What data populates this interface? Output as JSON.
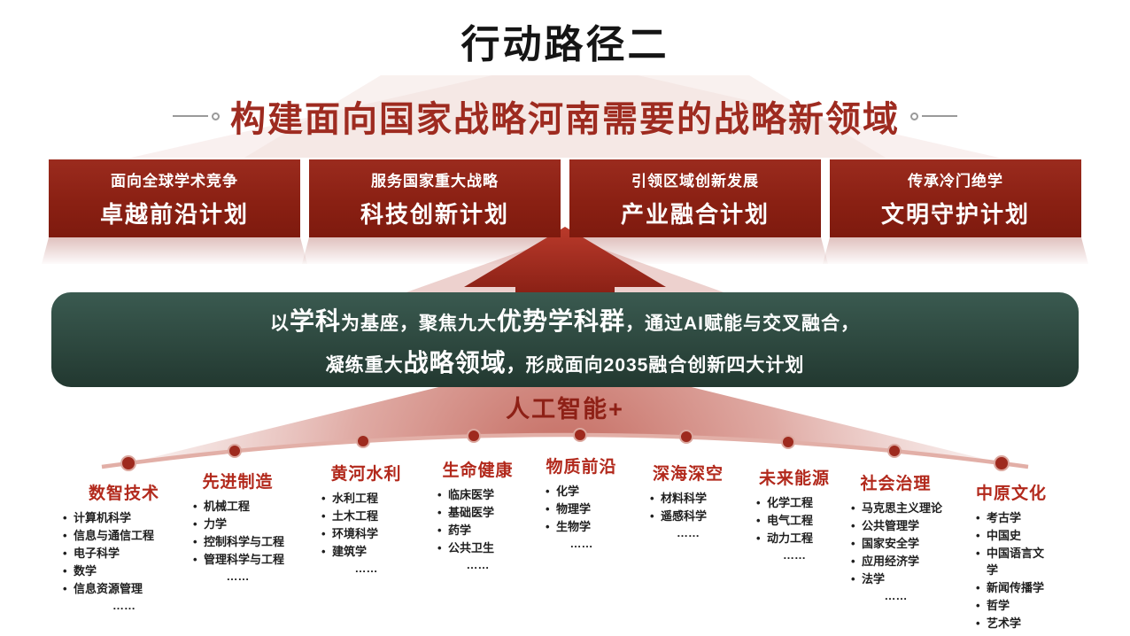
{
  "slide": {
    "title": "行动路径二",
    "subtitle": "构建面向国家战略河南需要的战略新领域"
  },
  "plans": [
    {
      "tagline": "面向全球学术竞争",
      "name": "卓越前沿计划"
    },
    {
      "tagline": "服务国家重大战略",
      "name": "科技创新计划"
    },
    {
      "tagline": "引领区域创新发展",
      "name": "产业融合计划"
    },
    {
      "tagline": "传承冷门绝学",
      "name": "文明守护计划"
    }
  ],
  "band": {
    "line1": {
      "a": "以",
      "b": "学科",
      "c": "为基座，聚焦九大",
      "d": "优势学科群",
      "e": "，通过AI赋能与交叉融合，"
    },
    "line2": {
      "a": "凝练重大",
      "b": "战略领域",
      "c": "，形成面向2035融合创新四大计划"
    }
  },
  "ai_label": "人工智能+",
  "groups": [
    {
      "title": "数智技术",
      "items": [
        "计算机科学",
        "信息与通信工程",
        "电子科学",
        "数学",
        "信息资源管理"
      ],
      "more": "……"
    },
    {
      "title": "先进制造",
      "items": [
        "机械工程",
        "力学",
        "控制科学与工程",
        "管理科学与工程"
      ],
      "more": "……"
    },
    {
      "title": "黄河水利",
      "items": [
        "水利工程",
        "土木工程",
        "环境科学",
        "建筑学"
      ],
      "more": "……"
    },
    {
      "title": "生命健康",
      "items": [
        "临床医学",
        "基础医学",
        "药学",
        "公共卫生"
      ],
      "more": "……"
    },
    {
      "title": "物质前沿",
      "items": [
        "化学",
        "物理学",
        "生物学"
      ],
      "more": "……"
    },
    {
      "title": "深海深空",
      "items": [
        "材料科学",
        "遥感科学"
      ],
      "more": "……"
    },
    {
      "title": "未来能源",
      "items": [
        "化学工程",
        "电气工程",
        "动力工程"
      ],
      "more": "……"
    },
    {
      "title": "社会治理",
      "items": [
        "马克思主义理论",
        "公共管理学",
        "国家安全学",
        "应用经济学",
        "法学"
      ],
      "more": "……"
    },
    {
      "title": "中原文化",
      "items": [
        "考古学",
        "中国史",
        "中国语言文学",
        "新闻传播学",
        "哲学",
        "艺术学"
      ],
      "more": "……"
    }
  ],
  "colors": {
    "maroon_box": "#8E2016",
    "bright_red_heading": "#B2291C",
    "dark_green_band": "#2C463D",
    "arc_pink": "#E2AFA7",
    "title_black": "#151515"
  }
}
